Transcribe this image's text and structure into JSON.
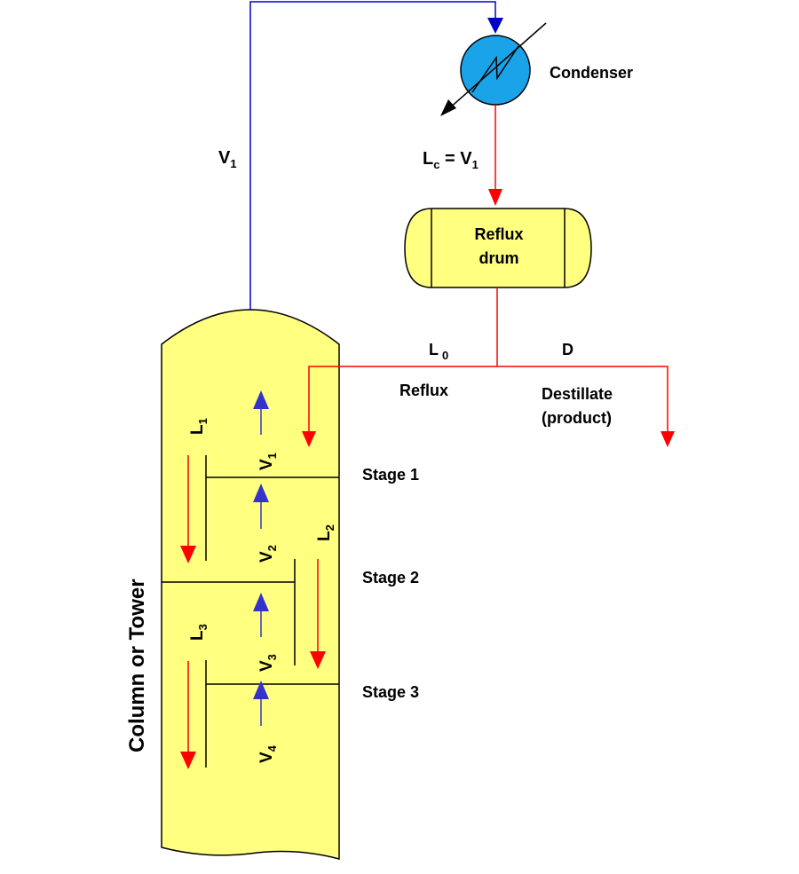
{
  "labels": {
    "condenser": "Condenser",
    "v1_line": "V",
    "v1_line_sub": "1",
    "lc": "L",
    "lc_sub": "c",
    "lc_eq": " = V",
    "lc_eq_sub": "1",
    "reflux_drum_line1": "Reflux",
    "reflux_drum_line2": "drum",
    "l0": "L",
    "l0_sub": "0",
    "d": "D",
    "reflux": "Reflux",
    "distillate_line1": "Destillate",
    "distillate_line2": "(product)",
    "stage1": "Stage 1",
    "stage2": "Stage 2",
    "stage3": "Stage 3",
    "column": "Column or Tower",
    "l1": "L",
    "l1_sub": "1",
    "l2": "L",
    "l2_sub": "2",
    "l3": "L",
    "l3_sub": "3",
    "v1": "V",
    "v1_sub": "1",
    "v2": "V",
    "v2_sub": "2",
    "v3": "V",
    "v3_sub": "3",
    "v4": "V",
    "v4_sub": "4"
  },
  "colors": {
    "background": "#ffffff",
    "column_fill": "#ffff80",
    "drum_fill": "#ffff80",
    "condenser_fill": "#1aa3e8",
    "vapor_line": "#0000cc",
    "liquid_line": "#ff0000",
    "vapor_arrow": "#3333cc",
    "outline": "#000000"
  }
}
